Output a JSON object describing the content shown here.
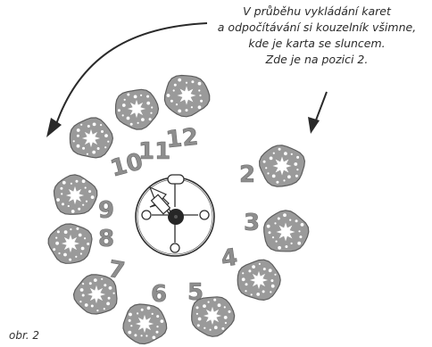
{
  "caption": {
    "line1": "V průběhu vykládání karet",
    "line2": "a odpočítávání si kouzelník všimne,",
    "line3": "kde je karta se sluncem.",
    "line4": "Zde je na pozici 2."
  },
  "figure_label": "obr. 2",
  "positions": {
    "p2": "2",
    "p3": "3",
    "p4": "4",
    "p5": "5",
    "p6": "6",
    "p7": "7",
    "p8": "8",
    "p9": "9",
    "p10": "10",
    "p11": "11",
    "p12": "12"
  },
  "colors": {
    "card_fill": "#9a9a9a",
    "number_fill": "#8e8e8e",
    "line": "#3a3a3a"
  }
}
